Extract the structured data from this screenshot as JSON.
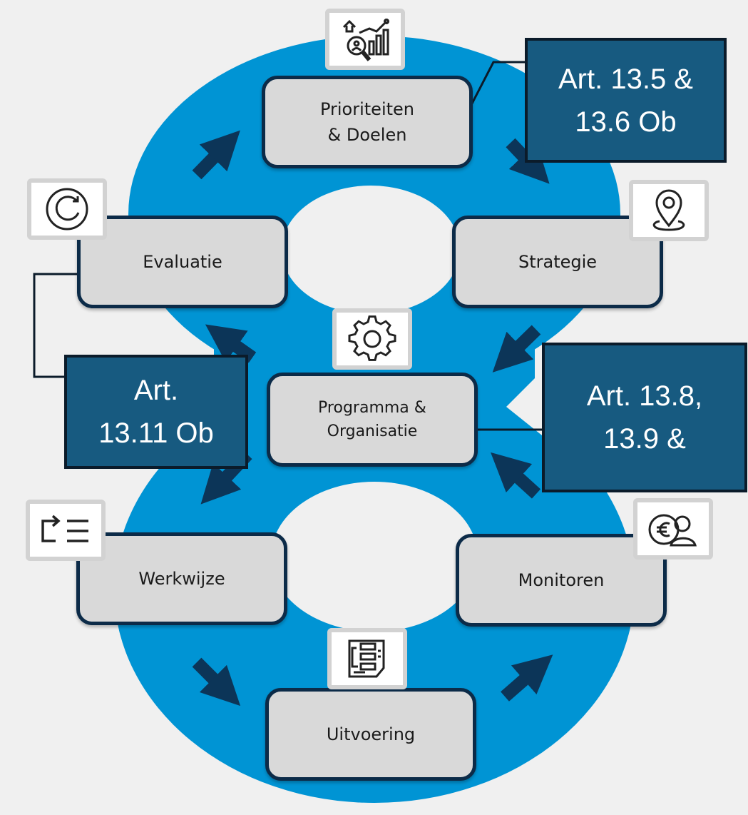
{
  "colors": {
    "figure_eight": "#0094d4",
    "step_fill": "#d9d9d9",
    "step_border": "#0c2b48",
    "arrow": "#0c3558",
    "article_fill": "#175a80",
    "article_border": "#0b1b2a"
  },
  "steps": {
    "prioriteiten": "Prioriteiten\n& Doelen",
    "strategie": "Strategie",
    "programma": "Programma &\nOrganisatie",
    "monitoren": "Monitoren",
    "uitvoering": "Uitvoering",
    "werkwijze": "Werkwijze",
    "evaluatie": "Evaluatie"
  },
  "articles": {
    "top_right": "Art. 13.5 &\n13.6 Ob",
    "middle_right": "Art. 13.8,\n13.9  &",
    "left": "Art.\n13.11 Ob"
  },
  "icons": {
    "prioriteiten": "analytics-magnifier-icon",
    "strategie": "location-pin-icon",
    "programma": "gear-icon",
    "monitoren": "euro-people-icon",
    "uitvoering": "flowchart-icon",
    "werkwijze": "indent-list-icon",
    "evaluatie": "refresh-cycle-icon"
  }
}
